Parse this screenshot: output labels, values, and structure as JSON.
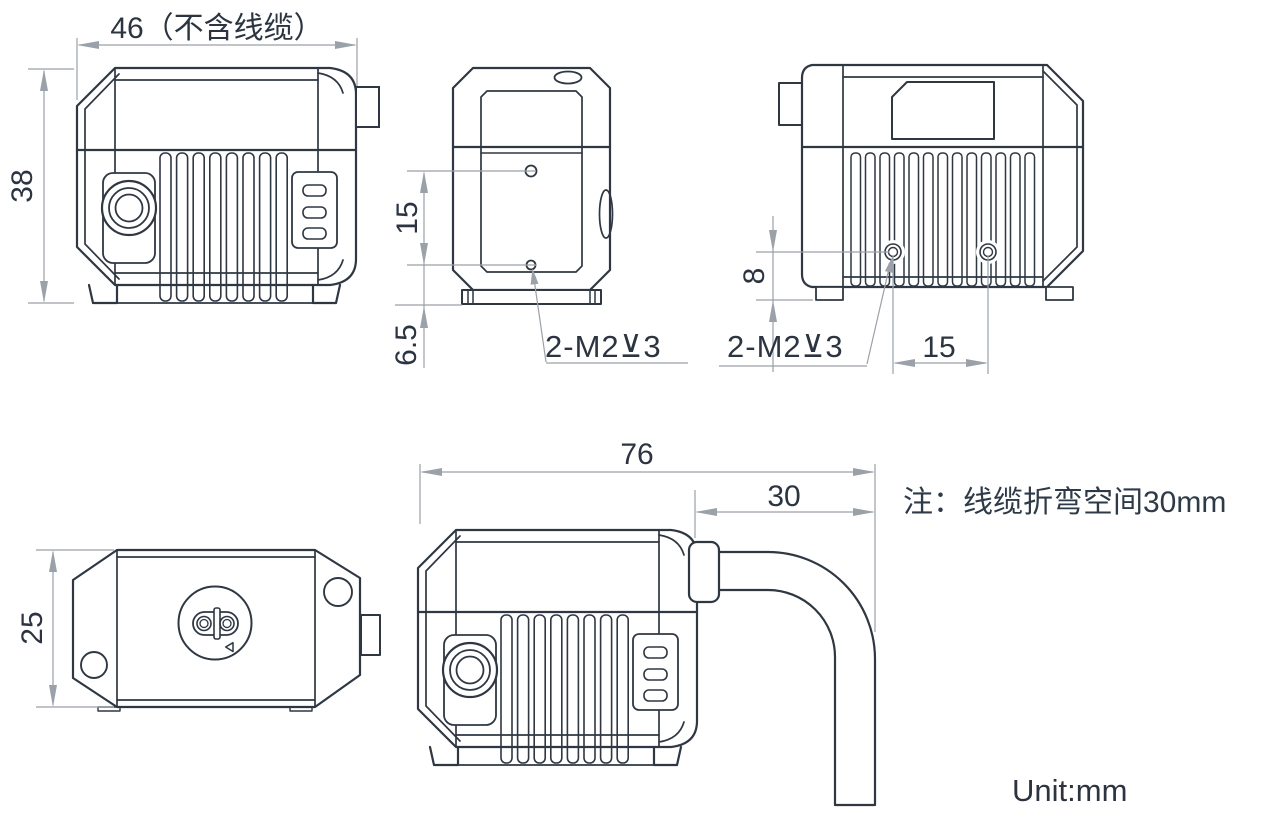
{
  "drawing": {
    "front_view": {
      "width_label": "46（不含线缆）",
      "height_label": "38"
    },
    "side_view": {
      "hole_spacing_label": "15",
      "hole_bottom_offset_label": "6.5",
      "thread_label": "2-M2⊻3"
    },
    "rear_view": {
      "hole_bottom_offset_label": "8",
      "hole_spacing_label": "15",
      "thread_label": "2-M2⊻3"
    },
    "top_view": {
      "height_label": "25"
    },
    "cable_view": {
      "overall_width_label": "76",
      "cable_bend_label": "30"
    },
    "note": "注：线缆折弯空间30mm",
    "unit": "Unit:mm",
    "colors": {
      "line": "#2e3742",
      "dimension": "#9aa1a8",
      "text": "#2b3440"
    }
  }
}
